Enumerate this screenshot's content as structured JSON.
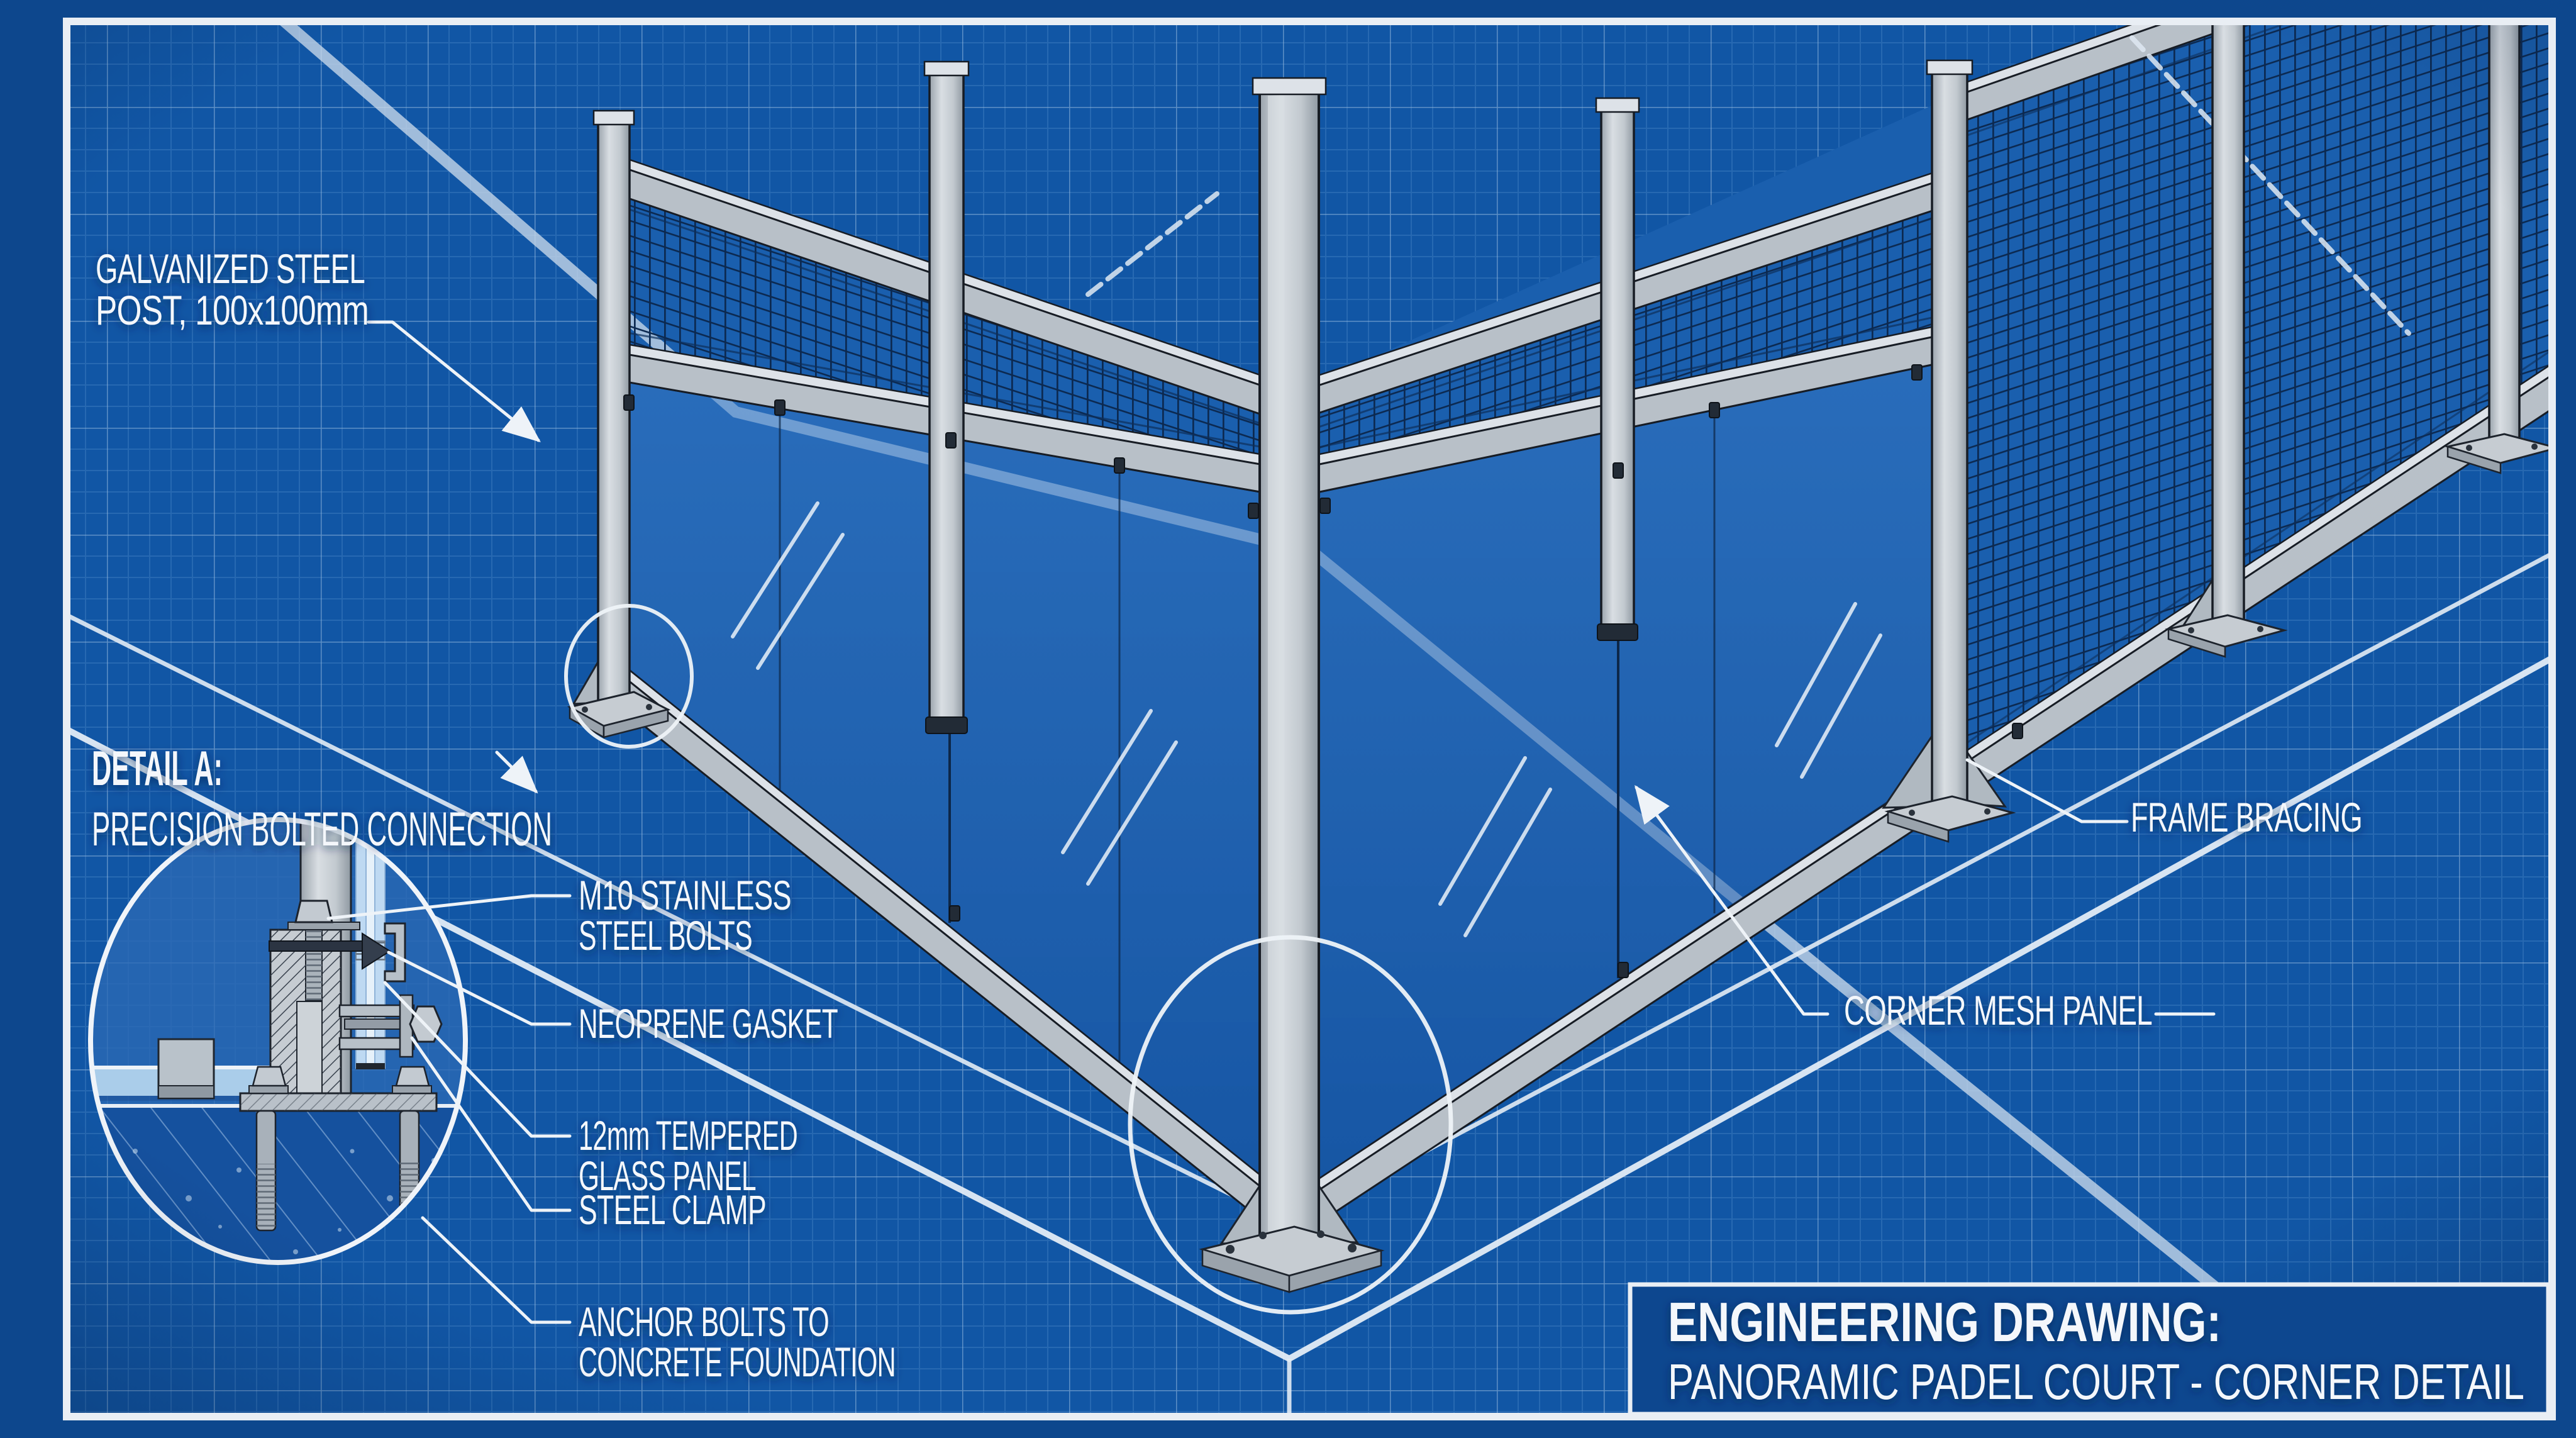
{
  "drawing": {
    "title_block": {
      "heading": "ENGINEERING DRAWING:",
      "subtitle": "PANORAMIC PADEL COURT - CORNER DETAIL"
    },
    "detail_heading": {
      "label": "DETAIL A:",
      "description": "PRECISION BOLTED CONNECTION"
    },
    "callouts": {
      "galvanized_post": {
        "line1": "GALVANIZED STEEL",
        "line2": "POST, 100x100mm"
      },
      "m10_bolts": {
        "line1": "M10 STAINLESS",
        "line2": "STEEL BOLTS"
      },
      "neoprene_gasket": {
        "line1": "NEOPRENE GASKET"
      },
      "tempered_glass": {
        "line1": "12mm TEMPERED",
        "line2": "GLASS PANEL"
      },
      "steel_clamp": {
        "line1": "STEEL CLAMP"
      },
      "anchor_bolts": {
        "line1": "ANCHOR BOLTS TO",
        "line2": "CONCRETE FOUNDATION"
      },
      "frame_bracing": {
        "line1": "FRAME BRACING"
      },
      "corner_mesh_panel": {
        "line1": "CORNER MESH PANEL"
      }
    },
    "colors": {
      "page_margin": "#0d478d",
      "field_blue": "#1156a5",
      "court_blue": "#1a5fae",
      "grid_minor": "#2e6fb7",
      "grid_major": "#9cc0e2",
      "border_white": "#e9eef4",
      "steel_light": "#dde2e8",
      "steel_mid": "#b8c0c8",
      "steel_dark": "#9aa3ac",
      "outline_dark": "#171c24",
      "mesh_wire": "#0c2950",
      "glass_tint": "#1e64b4",
      "title_block_fill": "#0d478f",
      "label_text": "#f4f7fb",
      "concrete_hatch": "#8ab0da",
      "detail_interior": "#2b69b5"
    }
  }
}
